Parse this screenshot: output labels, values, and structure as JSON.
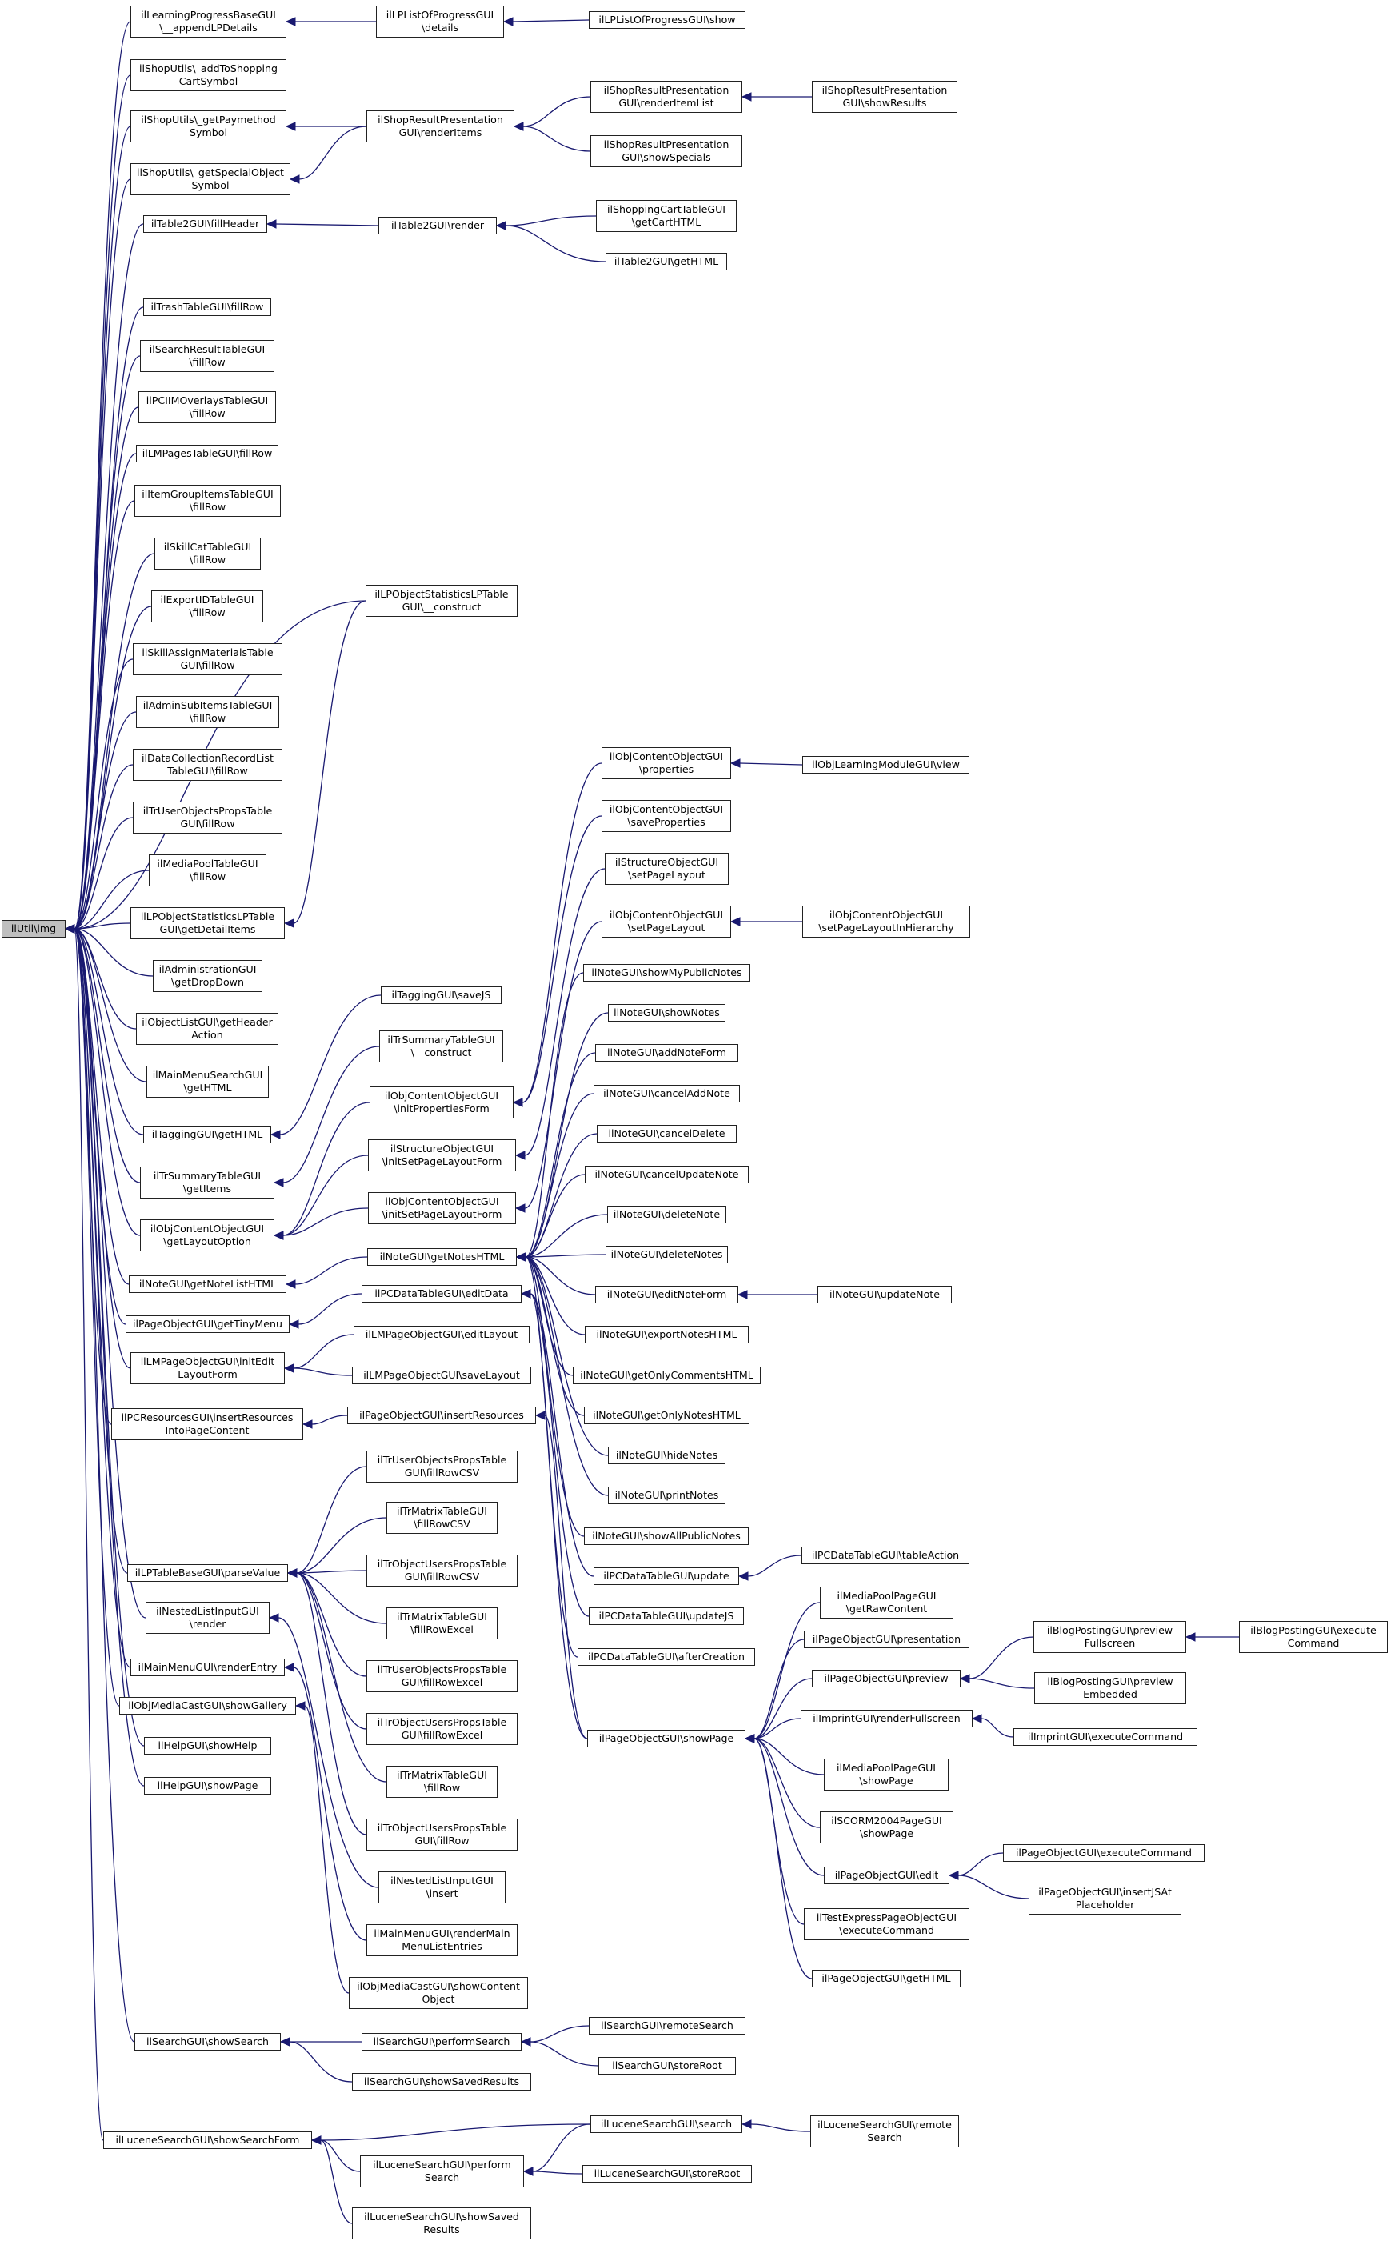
{
  "graph": {
    "root": "n0",
    "edge_color": "#191970",
    "node_fill": "#ffffff",
    "root_fill": "#bfbfbf",
    "nodes": [
      {
        "id": "n0",
        "lines": [
          "ilUtil\\img"
        ]
      },
      {
        "id": "n1",
        "lines": [
          "ilLearningProgressBaseGUI",
          "\\__appendLPDetails"
        ]
      },
      {
        "id": "n2",
        "lines": [
          "ilShopUtils\\_addToShopping",
          "CartSymbol"
        ]
      },
      {
        "id": "n3",
        "lines": [
          "ilShopUtils\\_getPaymethod",
          "Symbol"
        ]
      },
      {
        "id": "n4",
        "lines": [
          "ilShopUtils\\_getSpecialObject",
          "Symbol"
        ]
      },
      {
        "id": "n5",
        "lines": [
          "ilTable2GUI\\fillHeader"
        ]
      },
      {
        "id": "n6",
        "lines": [
          "ilTrashTableGUI\\fillRow"
        ]
      },
      {
        "id": "n7",
        "lines": [
          "ilSearchResultTableGUI",
          "\\fillRow"
        ]
      },
      {
        "id": "n8",
        "lines": [
          "ilPCIIMOverlaysTableGUI",
          "\\fillRow"
        ]
      },
      {
        "id": "n9",
        "lines": [
          "ilLMPagesTableGUI\\fillRow"
        ]
      },
      {
        "id": "n10",
        "lines": [
          "ilItemGroupItemsTableGUI",
          "\\fillRow"
        ]
      },
      {
        "id": "n11",
        "lines": [
          "ilSkillCatTableGUI",
          "\\fillRow"
        ]
      },
      {
        "id": "n12",
        "lines": [
          "ilExportIDTableGUI",
          "\\fillRow"
        ]
      },
      {
        "id": "n13",
        "lines": [
          "ilSkillAssignMaterialsTable",
          "GUI\\fillRow"
        ]
      },
      {
        "id": "n14",
        "lines": [
          "ilAdminSubItemsTableGUI",
          "\\fillRow"
        ]
      },
      {
        "id": "n15",
        "lines": [
          "ilDataCollectionRecordList",
          "TableGUI\\fillRow"
        ]
      },
      {
        "id": "n16",
        "lines": [
          "ilTrUserObjectsPropsTable",
          "GUI\\fillRow"
        ]
      },
      {
        "id": "n17",
        "lines": [
          "ilMediaPoolTableGUI",
          "\\fillRow"
        ]
      },
      {
        "id": "n18",
        "lines": [
          "ilLPObjectStatisticsLPTable",
          "GUI\\getDetailItems"
        ]
      },
      {
        "id": "n19",
        "lines": [
          "ilAdministrationGUI",
          "\\getDropDown"
        ]
      },
      {
        "id": "n20",
        "lines": [
          "ilObjectListGUI\\getHeader",
          "Action"
        ]
      },
      {
        "id": "n21",
        "lines": [
          "ilMainMenuSearchGUI",
          "\\getHTML"
        ]
      },
      {
        "id": "n22",
        "lines": [
          "ilTaggingGUI\\getHTML"
        ]
      },
      {
        "id": "n23",
        "lines": [
          "ilTrSummaryTableGUI",
          "\\getItems"
        ]
      },
      {
        "id": "n24",
        "lines": [
          "ilObjContentObjectGUI",
          "\\getLayoutOption"
        ]
      },
      {
        "id": "n25",
        "lines": [
          "ilNoteGUI\\getNoteListHTML"
        ]
      },
      {
        "id": "n26",
        "lines": [
          "ilPageObjectGUI\\getTinyMenu"
        ]
      },
      {
        "id": "n27",
        "lines": [
          "ilLMPageObjectGUI\\initEdit",
          "LayoutForm"
        ]
      },
      {
        "id": "n28",
        "lines": [
          "ilPCResourcesGUI\\insertResources",
          "IntoPageContent"
        ]
      },
      {
        "id": "n29",
        "lines": [
          "ilLPTableBaseGUI\\parseValue"
        ]
      },
      {
        "id": "n30",
        "lines": [
          "ilNestedListInputGUI",
          "\\render"
        ]
      },
      {
        "id": "n31",
        "lines": [
          "ilMainMenuGUI\\renderEntry"
        ]
      },
      {
        "id": "n32",
        "lines": [
          "ilObjMediaCastGUI\\showGallery"
        ]
      },
      {
        "id": "n33",
        "lines": [
          "ilHelpGUI\\showHelp"
        ]
      },
      {
        "id": "n34",
        "lines": [
          "ilHelpGUI\\showPage"
        ]
      },
      {
        "id": "n35",
        "lines": [
          "ilSearchGUI\\showSearch"
        ]
      },
      {
        "id": "n36",
        "lines": [
          "ilLuceneSearchGUI\\showSearchForm"
        ]
      },
      {
        "id": "n37",
        "lines": [
          "ilLPListOfProgressGUI",
          "\\details"
        ]
      },
      {
        "id": "n38",
        "lines": [
          "ilLPListOfProgressGUI\\show"
        ]
      },
      {
        "id": "n39",
        "lines": [
          "ilShopResultPresentation",
          "GUI\\renderItems"
        ]
      },
      {
        "id": "n40",
        "lines": [
          "ilShopResultPresentation",
          "GUI\\renderItemList"
        ]
      },
      {
        "id": "n41",
        "lines": [
          "ilShopResultPresentation",
          "GUI\\showResults"
        ]
      },
      {
        "id": "n42",
        "lines": [
          "ilShopResultPresentation",
          "GUI\\showSpecials"
        ]
      },
      {
        "id": "n43",
        "lines": [
          "ilTable2GUI\\render"
        ]
      },
      {
        "id": "n44",
        "lines": [
          "ilShoppingCartTableGUI",
          "\\getCartHTML"
        ]
      },
      {
        "id": "n45",
        "lines": [
          "ilTable2GUI\\getHTML"
        ]
      },
      {
        "id": "n46",
        "lines": [
          "ilLPObjectStatisticsLPTable",
          "GUI\\__construct"
        ]
      },
      {
        "id": "n47",
        "lines": [
          "ilTaggingGUI\\saveJS"
        ]
      },
      {
        "id": "n48",
        "lines": [
          "ilTrSummaryTableGUI",
          "\\__construct"
        ]
      },
      {
        "id": "n49",
        "lines": [
          "ilObjContentObjectGUI",
          "\\initPropertiesForm"
        ]
      },
      {
        "id": "n50",
        "lines": [
          "ilStructureObjectGUI",
          "\\initSetPageLayoutForm"
        ]
      },
      {
        "id": "n51",
        "lines": [
          "ilObjContentObjectGUI",
          "\\initSetPageLayoutForm"
        ]
      },
      {
        "id": "n52",
        "lines": [
          "ilNoteGUI\\getNotesHTML"
        ]
      },
      {
        "id": "n53",
        "lines": [
          "ilPCDataTableGUI\\editData"
        ]
      },
      {
        "id": "n54",
        "lines": [
          "ilLMPageObjectGUI\\editLayout"
        ]
      },
      {
        "id": "n55",
        "lines": [
          "ilLMPageObjectGUI\\saveLayout"
        ]
      },
      {
        "id": "n56",
        "lines": [
          "ilPageObjectGUI\\insertResources"
        ]
      },
      {
        "id": "n57",
        "lines": [
          "ilTrUserObjectsPropsTable",
          "GUI\\fillRowCSV"
        ]
      },
      {
        "id": "n58",
        "lines": [
          "ilTrMatrixTableGUI",
          "\\fillRowCSV"
        ]
      },
      {
        "id": "n59",
        "lines": [
          "ilTrObjectUsersPropsTable",
          "GUI\\fillRowCSV"
        ]
      },
      {
        "id": "n60",
        "lines": [
          "ilTrMatrixTableGUI",
          "\\fillRowExcel"
        ]
      },
      {
        "id": "n61",
        "lines": [
          "ilTrUserObjectsPropsTable",
          "GUI\\fillRowExcel"
        ]
      },
      {
        "id": "n62",
        "lines": [
          "ilTrObjectUsersPropsTable",
          "GUI\\fillRowExcel"
        ]
      },
      {
        "id": "n63",
        "lines": [
          "ilTrMatrixTableGUI",
          "\\fillRow"
        ]
      },
      {
        "id": "n64",
        "lines": [
          "ilTrObjectUsersPropsTable",
          "GUI\\fillRow"
        ]
      },
      {
        "id": "n65",
        "lines": [
          "ilNestedListInputGUI",
          "\\insert"
        ]
      },
      {
        "id": "n66",
        "lines": [
          "ilMainMenuGUI\\renderMain",
          "MenuListEntries"
        ]
      },
      {
        "id": "n67",
        "lines": [
          "ilObjMediaCastGUI\\showContent",
          "Object"
        ]
      },
      {
        "id": "n68",
        "lines": [
          "ilSearchGUI\\performSearch"
        ]
      },
      {
        "id": "n69",
        "lines": [
          "ilSearchGUI\\showSavedResults"
        ]
      },
      {
        "id": "n70",
        "lines": [
          "ilSearchGUI\\remoteSearch"
        ]
      },
      {
        "id": "n71",
        "lines": [
          "ilSearchGUI\\storeRoot"
        ]
      },
      {
        "id": "n72",
        "lines": [
          "ilLuceneSearchGUI\\search"
        ]
      },
      {
        "id": "n73",
        "lines": [
          "ilLuceneSearchGUI\\perform",
          "Search"
        ]
      },
      {
        "id": "n74",
        "lines": [
          "ilLuceneSearchGUI\\showSaved",
          "Results"
        ]
      },
      {
        "id": "n75",
        "lines": [
          "ilLuceneSearchGUI\\remote",
          "Search"
        ]
      },
      {
        "id": "n76",
        "lines": [
          "ilLuceneSearchGUI\\storeRoot"
        ]
      },
      {
        "id": "n77",
        "lines": [
          "ilObjContentObjectGUI",
          "\\properties"
        ]
      },
      {
        "id": "n78",
        "lines": [
          "ilObjLearningModuleGUI\\view"
        ]
      },
      {
        "id": "n79",
        "lines": [
          "ilObjContentObjectGUI",
          "\\saveProperties"
        ]
      },
      {
        "id": "n80",
        "lines": [
          "ilStructureObjectGUI",
          "\\setPageLayout"
        ]
      },
      {
        "id": "n81",
        "lines": [
          "ilObjContentObjectGUI",
          "\\setPageLayout"
        ]
      },
      {
        "id": "n82",
        "lines": [
          "ilObjContentObjectGUI",
          "\\setPageLayoutInHierarchy"
        ]
      },
      {
        "id": "n83",
        "lines": [
          "ilNoteGUI\\showMyPublicNotes"
        ]
      },
      {
        "id": "n84",
        "lines": [
          "ilNoteGUI\\showNotes"
        ]
      },
      {
        "id": "n85",
        "lines": [
          "ilNoteGUI\\addNoteForm"
        ]
      },
      {
        "id": "n86",
        "lines": [
          "ilNoteGUI\\cancelAddNote"
        ]
      },
      {
        "id": "n87",
        "lines": [
          "ilNoteGUI\\cancelDelete"
        ]
      },
      {
        "id": "n88",
        "lines": [
          "ilNoteGUI\\cancelUpdateNote"
        ]
      },
      {
        "id": "n89",
        "lines": [
          "ilNoteGUI\\deleteNote"
        ]
      },
      {
        "id": "n90",
        "lines": [
          "ilNoteGUI\\deleteNotes"
        ]
      },
      {
        "id": "n91",
        "lines": [
          "ilNoteGUI\\editNoteForm"
        ]
      },
      {
        "id": "n92",
        "lines": [
          "ilNoteGUI\\updateNote"
        ]
      },
      {
        "id": "n93",
        "lines": [
          "ilNoteGUI\\exportNotesHTML"
        ]
      },
      {
        "id": "n94",
        "lines": [
          "ilNoteGUI\\getOnlyCommentsHTML"
        ]
      },
      {
        "id": "n95",
        "lines": [
          "ilNoteGUI\\getOnlyNotesHTML"
        ]
      },
      {
        "id": "n96",
        "lines": [
          "ilNoteGUI\\hideNotes"
        ]
      },
      {
        "id": "n97",
        "lines": [
          "ilNoteGUI\\printNotes"
        ]
      },
      {
        "id": "n98",
        "lines": [
          "ilNoteGUI\\showAllPublicNotes"
        ]
      },
      {
        "id": "n99",
        "lines": [
          "ilPCDataTableGUI\\update"
        ]
      },
      {
        "id": "n100",
        "lines": [
          "ilPCDataTableGUI\\tableAction"
        ]
      },
      {
        "id": "n101",
        "lines": [
          "ilPCDataTableGUI\\updateJS"
        ]
      },
      {
        "id": "n102",
        "lines": [
          "ilPCDataTableGUI\\afterCreation"
        ]
      },
      {
        "id": "n103",
        "lines": [
          "ilPageObjectGUI\\showPage"
        ]
      },
      {
        "id": "n104",
        "lines": [
          "ilMediaPoolPageGUI",
          "\\getRawContent"
        ]
      },
      {
        "id": "n105",
        "lines": [
          "ilPageObjectGUI\\presentation"
        ]
      },
      {
        "id": "n106",
        "lines": [
          "ilPageObjectGUI\\preview"
        ]
      },
      {
        "id": "n107",
        "lines": [
          "ilBlogPostingGUI\\preview",
          "Fullscreen"
        ]
      },
      {
        "id": "n108",
        "lines": [
          "ilBlogPostingGUI\\execute",
          "Command"
        ]
      },
      {
        "id": "n109",
        "lines": [
          "ilBlogPostingGUI\\preview",
          "Embedded"
        ]
      },
      {
        "id": "n110",
        "lines": [
          "ilImprintGUI\\renderFullscreen"
        ]
      },
      {
        "id": "n111",
        "lines": [
          "ilImprintGUI\\executeCommand"
        ]
      },
      {
        "id": "n112",
        "lines": [
          "ilMediaPoolPageGUI",
          "\\showPage"
        ]
      },
      {
        "id": "n113",
        "lines": [
          "ilSCORM2004PageGUI",
          "\\showPage"
        ]
      },
      {
        "id": "n114",
        "lines": [
          "ilPageObjectGUI\\edit"
        ]
      },
      {
        "id": "n115",
        "lines": [
          "ilPageObjectGUI\\executeCommand"
        ]
      },
      {
        "id": "n116",
        "lines": [
          "ilPageObjectGUI\\insertJSAt",
          "Placeholder"
        ]
      },
      {
        "id": "n117",
        "lines": [
          "ilTestExpressPageObjectGUI",
          "\\executeCommand"
        ]
      },
      {
        "id": "n118",
        "lines": [
          "ilPageObjectGUI\\getHTML"
        ]
      }
    ],
    "edges": [
      [
        "n0",
        "n1"
      ],
      [
        "n0",
        "n2"
      ],
      [
        "n0",
        "n3"
      ],
      [
        "n0",
        "n4"
      ],
      [
        "n0",
        "n5"
      ],
      [
        "n0",
        "n46"
      ],
      [
        "n0",
        "n6"
      ],
      [
        "n0",
        "n7"
      ],
      [
        "n0",
        "n8"
      ],
      [
        "n0",
        "n9"
      ],
      [
        "n0",
        "n10"
      ],
      [
        "n0",
        "n11"
      ],
      [
        "n0",
        "n12"
      ],
      [
        "n0",
        "n13"
      ],
      [
        "n0",
        "n14"
      ],
      [
        "n0",
        "n15"
      ],
      [
        "n0",
        "n16"
      ],
      [
        "n0",
        "n17"
      ],
      [
        "n0",
        "n18"
      ],
      [
        "n0",
        "n19"
      ],
      [
        "n0",
        "n20"
      ],
      [
        "n0",
        "n21"
      ],
      [
        "n0",
        "n22"
      ],
      [
        "n0",
        "n23"
      ],
      [
        "n0",
        "n24"
      ],
      [
        "n0",
        "n25"
      ],
      [
        "n0",
        "n26"
      ],
      [
        "n0",
        "n27"
      ],
      [
        "n0",
        "n28"
      ],
      [
        "n0",
        "n29"
      ],
      [
        "n0",
        "n30"
      ],
      [
        "n0",
        "n31"
      ],
      [
        "n0",
        "n32"
      ],
      [
        "n0",
        "n33"
      ],
      [
        "n0",
        "n34"
      ],
      [
        "n0",
        "n35"
      ],
      [
        "n0",
        "n36"
      ],
      [
        "n1",
        "n37"
      ],
      [
        "n37",
        "n38"
      ],
      [
        "n3",
        "n39"
      ],
      [
        "n4",
        "n39"
      ],
      [
        "n39",
        "n40"
      ],
      [
        "n39",
        "n42"
      ],
      [
        "n40",
        "n41"
      ],
      [
        "n5",
        "n43"
      ],
      [
        "n43",
        "n44"
      ],
      [
        "n43",
        "n45"
      ],
      [
        "n18",
        "n46"
      ],
      [
        "n22",
        "n47"
      ],
      [
        "n23",
        "n48"
      ],
      [
        "n24",
        "n49"
      ],
      [
        "n24",
        "n50"
      ],
      [
        "n24",
        "n51"
      ],
      [
        "n49",
        "n77"
      ],
      [
        "n49",
        "n79"
      ],
      [
        "n50",
        "n80"
      ],
      [
        "n51",
        "n81"
      ],
      [
        "n77",
        "n78"
      ],
      [
        "n81",
        "n82"
      ],
      [
        "n25",
        "n52"
      ],
      [
        "n52",
        "n83"
      ],
      [
        "n52",
        "n84"
      ],
      [
        "n52",
        "n85"
      ],
      [
        "n52",
        "n86"
      ],
      [
        "n52",
        "n87"
      ],
      [
        "n52",
        "n88"
      ],
      [
        "n52",
        "n89"
      ],
      [
        "n52",
        "n90"
      ],
      [
        "n52",
        "n91"
      ],
      [
        "n52",
        "n93"
      ],
      [
        "n52",
        "n94"
      ],
      [
        "n52",
        "n95"
      ],
      [
        "n52",
        "n96"
      ],
      [
        "n52",
        "n97"
      ],
      [
        "n52",
        "n98"
      ],
      [
        "n52",
        "n103"
      ],
      [
        "n91",
        "n92"
      ],
      [
        "n26",
        "n53"
      ],
      [
        "n53",
        "n99"
      ],
      [
        "n53",
        "n101"
      ],
      [
        "n53",
        "n102"
      ],
      [
        "n99",
        "n100"
      ],
      [
        "n27",
        "n54"
      ],
      [
        "n27",
        "n55"
      ],
      [
        "n28",
        "n56"
      ],
      [
        "n56",
        "n103"
      ],
      [
        "n103",
        "n104"
      ],
      [
        "n103",
        "n105"
      ],
      [
        "n103",
        "n106"
      ],
      [
        "n103",
        "n110"
      ],
      [
        "n103",
        "n112"
      ],
      [
        "n103",
        "n113"
      ],
      [
        "n103",
        "n114"
      ],
      [
        "n103",
        "n117"
      ],
      [
        "n103",
        "n118"
      ],
      [
        "n106",
        "n107"
      ],
      [
        "n106",
        "n109"
      ],
      [
        "n107",
        "n108"
      ],
      [
        "n110",
        "n111"
      ],
      [
        "n114",
        "n115"
      ],
      [
        "n114",
        "n116"
      ],
      [
        "n29",
        "n57"
      ],
      [
        "n29",
        "n58"
      ],
      [
        "n29",
        "n59"
      ],
      [
        "n29",
        "n60"
      ],
      [
        "n29",
        "n61"
      ],
      [
        "n29",
        "n62"
      ],
      [
        "n29",
        "n63"
      ],
      [
        "n29",
        "n64"
      ],
      [
        "n30",
        "n65"
      ],
      [
        "n31",
        "n66"
      ],
      [
        "n32",
        "n67"
      ],
      [
        "n35",
        "n68"
      ],
      [
        "n35",
        "n69"
      ],
      [
        "n68",
        "n70"
      ],
      [
        "n68",
        "n71"
      ],
      [
        "n36",
        "n72"
      ],
      [
        "n36",
        "n73"
      ],
      [
        "n36",
        "n74"
      ],
      [
        "n72",
        "n75"
      ],
      [
        "n73",
        "n72"
      ],
      [
        "n73",
        "n76"
      ]
    ]
  }
}
